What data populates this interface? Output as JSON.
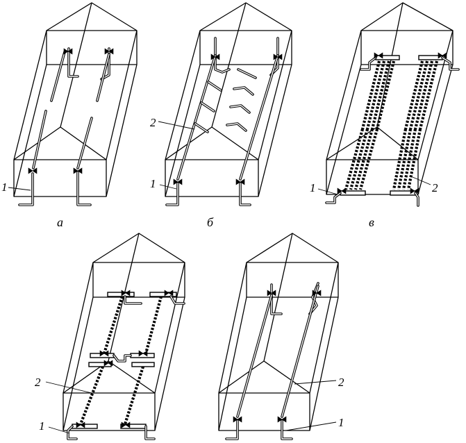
{
  "panels": [
    {
      "id": "a",
      "caption": "а",
      "labels": [
        "1"
      ]
    },
    {
      "id": "b",
      "caption": "б",
      "labels": [
        "1",
        "2"
      ]
    },
    {
      "id": "v",
      "caption": "в",
      "labels": [
        "1",
        "2"
      ]
    },
    {
      "id": "g",
      "caption": "",
      "labels": [
        "1",
        "2"
      ]
    },
    {
      "id": "d",
      "caption": "",
      "labels": [
        "1",
        "2"
      ]
    }
  ]
}
